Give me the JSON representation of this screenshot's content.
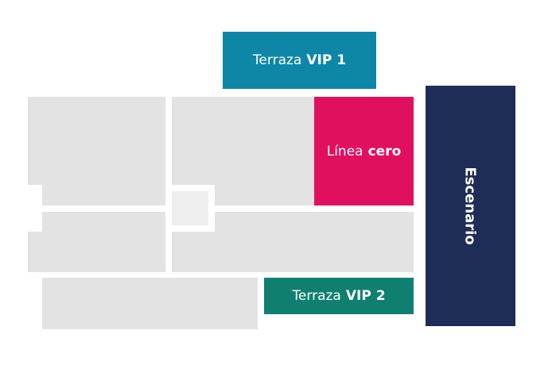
{
  "zones": {
    "terraza_vip1": {
      "label": "Terraza",
      "label_bold": "VIP 1",
      "color": "#0e87a6"
    },
    "linea_cero": {
      "label": "Línea",
      "label_bold": "cero",
      "color": "#e1105f"
    },
    "escenario": {
      "label": "Escenario",
      "color": "#1e2d57"
    },
    "terraza_vip2": {
      "label": "Terraza",
      "label_bold": "VIP 2",
      "color": "#0f8070"
    }
  },
  "colors": {
    "general_area": "#e3e3e3",
    "small_box": "#efefef"
  }
}
